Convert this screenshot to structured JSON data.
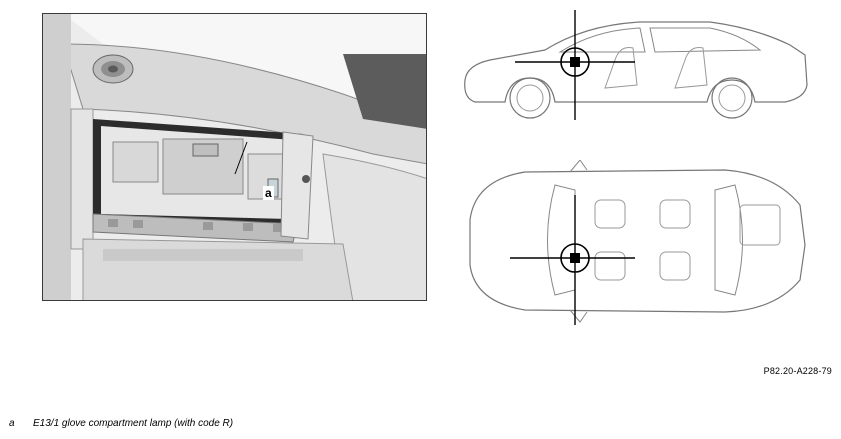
{
  "detail": {
    "callout_letter": "a"
  },
  "figure_id": "P82.20-A228-79",
  "legend": {
    "items": [
      {
        "key": "a",
        "text": "E13/1 glove compartment lamp (with code R)"
      }
    ]
  }
}
